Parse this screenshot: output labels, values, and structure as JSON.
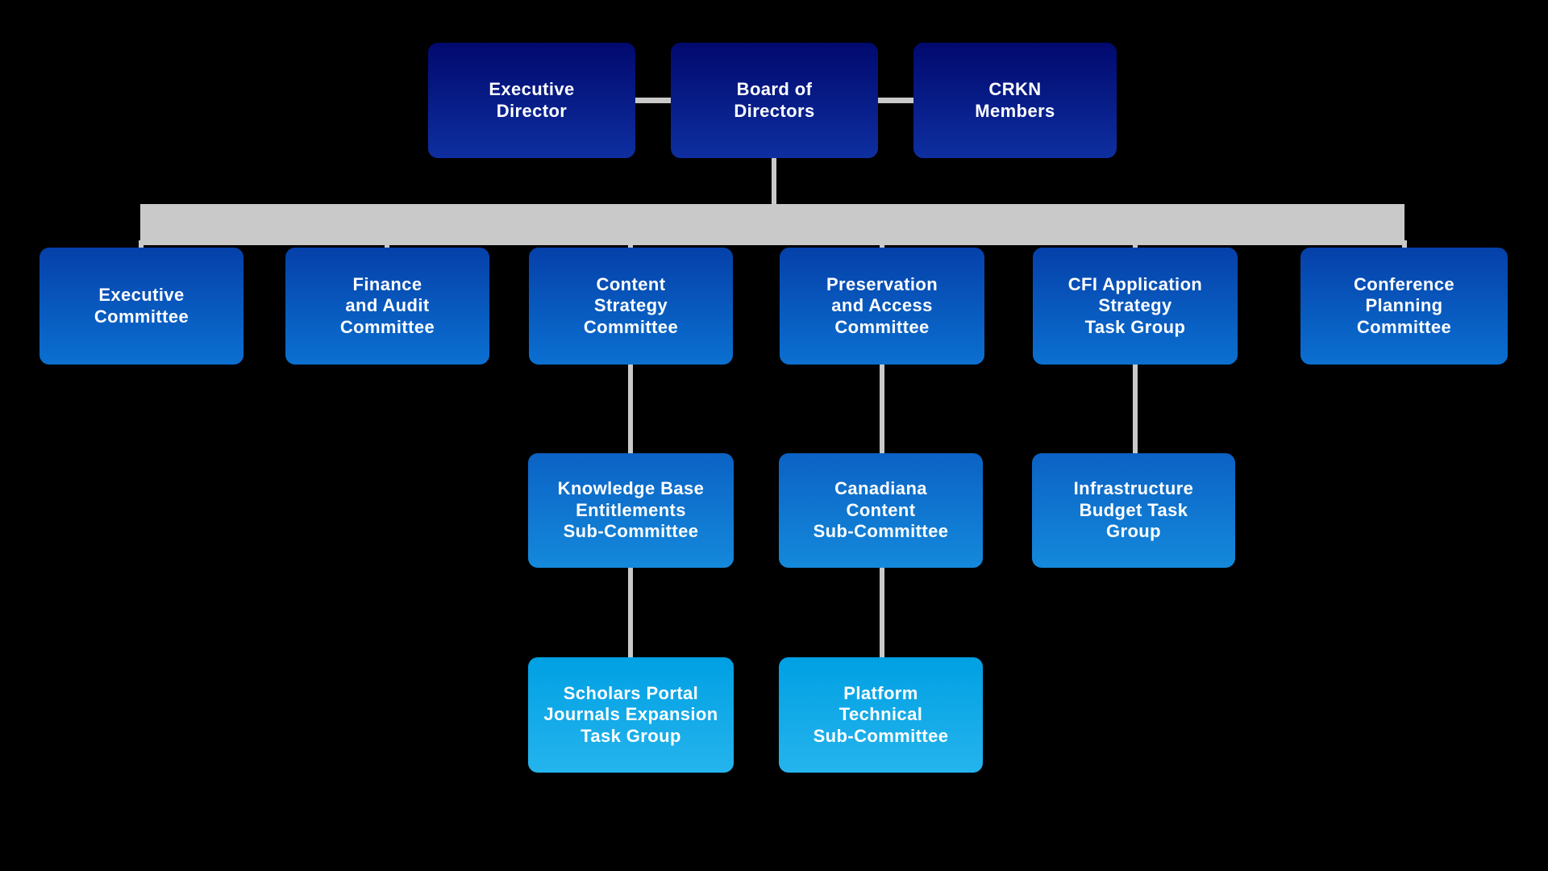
{
  "background": "#000000",
  "connector_color": "#C9C9C9",
  "node_text_color": "#FFFFFF",
  "levels": {
    "executive": {
      "top": "#01096E",
      "bottom": "#0E2FA0"
    },
    "committee": {
      "top": "#0540A9",
      "bottom": "#0B70D1"
    },
    "subcommittee": {
      "top": "#0B62C4",
      "bottom": "#1489DB"
    },
    "taskgroup": {
      "top": "#00A0E3",
      "bottom": "#25B4ED"
    }
  },
  "org_chart": {
    "top_row": [
      {
        "label": "Executive\nDirector"
      },
      {
        "label": "Board of\nDirectors"
      },
      {
        "label": "CRKN\nMembers"
      }
    ],
    "committee_row": [
      {
        "label": "Executive\nCommittee"
      },
      {
        "label": "Finance\nand Audit\nCommittee"
      },
      {
        "label": "Content\nStrategy\nCommittee"
      },
      {
        "label": "Preservation\nand Access\nCommittee"
      },
      {
        "label": "CFI Application\nStrategy\nTask Group"
      },
      {
        "label": "Conference\nPlanning\nCommittee"
      }
    ],
    "subcommittee_row": [
      {
        "label": "Knowledge Base\nEntitlements\nSub-Committee"
      },
      {
        "label": "Canadiana\nContent\nSub-Committee"
      },
      {
        "label": "Infrastructure\nBudget Task\nGroup"
      }
    ],
    "taskgroup_row": [
      {
        "label": "Scholars Portal\nJournals Expansion\nTask Group"
      },
      {
        "label": "Platform\nTechnical\nSub-Committee"
      }
    ]
  }
}
